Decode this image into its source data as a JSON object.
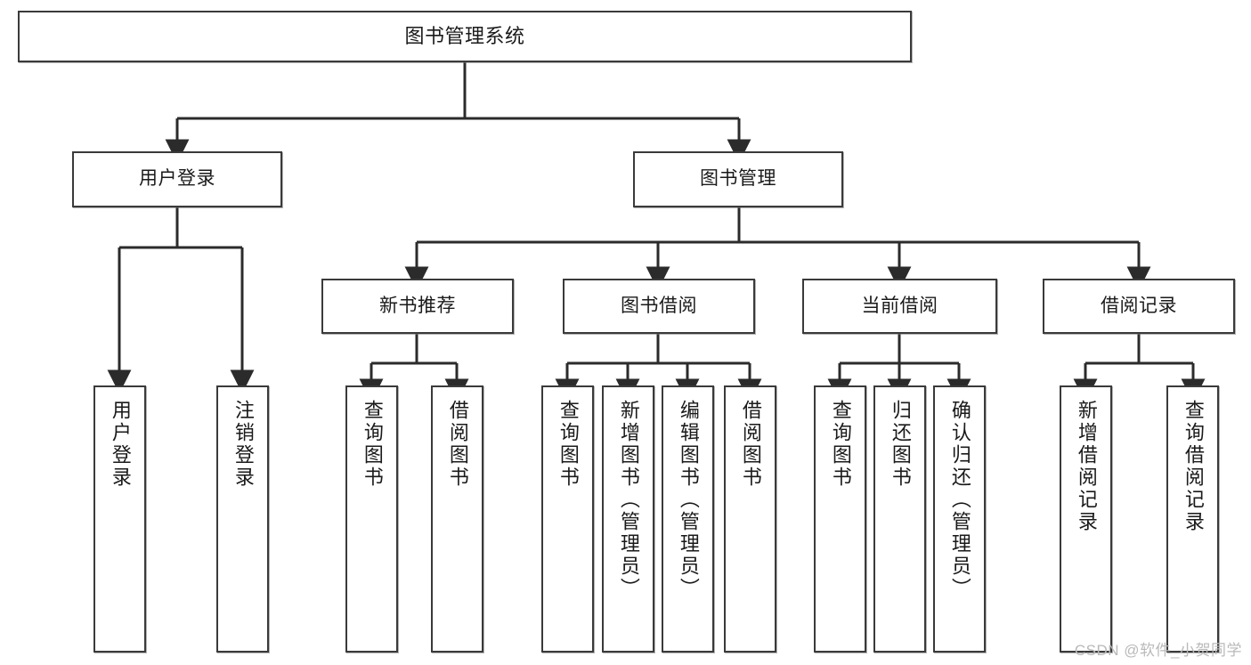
{
  "diagram": {
    "title": "图书管理系统",
    "type": "tree-hierarchy",
    "orientation": "top-down",
    "colors": {
      "box_border": "#3a3a3a",
      "box_fill": "#ffffff",
      "connector": "#2b2b2b",
      "text": "#1a1a1a",
      "watermark": "#b9b9b9"
    }
  },
  "nodes": {
    "root": {
      "label": "图书管理系统",
      "level": 1
    },
    "level2": [
      {
        "id": "user-login",
        "label": "用户登录"
      },
      {
        "id": "book-management",
        "label": "图书管理"
      }
    ],
    "level3": [
      {
        "id": "new-book-recommend",
        "label": "新书推荐"
      },
      {
        "id": "book-borrow",
        "label": "图书借阅"
      },
      {
        "id": "current-borrow",
        "label": "当前借阅"
      },
      {
        "id": "borrow-record",
        "label": "借阅记录"
      }
    ],
    "leaves": {
      "user-login": [
        {
          "id": "leaf-user-login",
          "label": "用户登录"
        },
        {
          "id": "leaf-logout",
          "label": "注销登录"
        }
      ],
      "new-book-recommend": [
        {
          "id": "leaf-query-book-1",
          "label": "查询图书"
        },
        {
          "id": "leaf-borrow-book-1",
          "label": "借阅图书"
        }
      ],
      "book-borrow": [
        {
          "id": "leaf-query-book-2",
          "label": "查询图书"
        },
        {
          "id": "leaf-add-book",
          "label": "新增图书（管理员）"
        },
        {
          "id": "leaf-edit-book",
          "label": "编辑图书（管理员）"
        },
        {
          "id": "leaf-borrow-book-2",
          "label": "借阅图书"
        }
      ],
      "current-borrow": [
        {
          "id": "leaf-query-book-3",
          "label": "查询图书"
        },
        {
          "id": "leaf-return-book",
          "label": "归还图书"
        },
        {
          "id": "leaf-confirm-return",
          "label": "确认归还（管理员）"
        }
      ],
      "borrow-record": [
        {
          "id": "leaf-add-record",
          "label": "新增借阅记录"
        },
        {
          "id": "leaf-query-record",
          "label": "查询借阅记录"
        }
      ]
    }
  },
  "watermark": {
    "text": "CSDN @软件_小贺同学"
  }
}
